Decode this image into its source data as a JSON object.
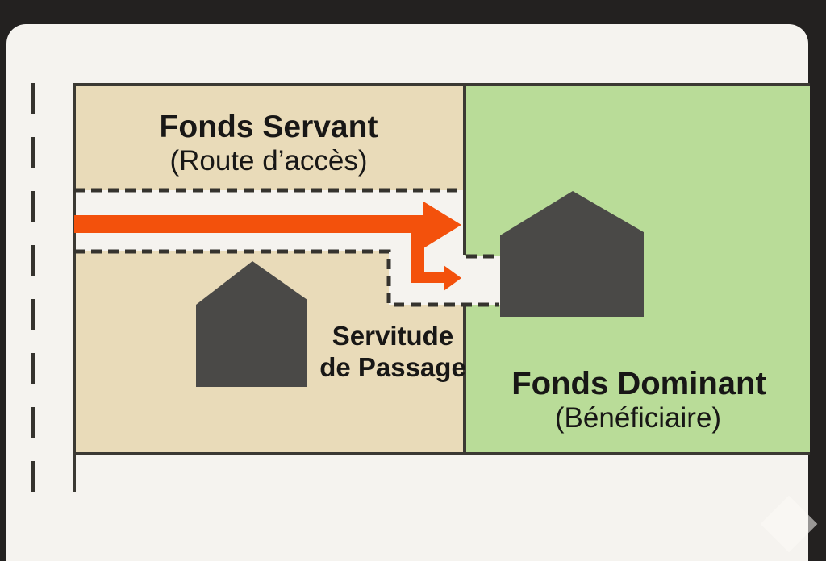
{
  "colors": {
    "background": "#232120",
    "card": "#f5f3ef",
    "servient_fill": "#e9dbb9",
    "dominant_fill": "#b9dc98",
    "arrow": "#f3510c",
    "house": "#4a4947",
    "border": "#3b3933",
    "dash": "#35332e",
    "text": "#181716"
  },
  "diagram": {
    "servient_parcel": {
      "title": "Fonds Servant",
      "subtitle": "(Route d’accès)"
    },
    "dominant_parcel": {
      "title": "Fonds Dominant",
      "subtitle": "(Bénéficiaire)"
    },
    "easement": {
      "label_line1": "Servitude",
      "label_line2": "de Passage"
    }
  }
}
